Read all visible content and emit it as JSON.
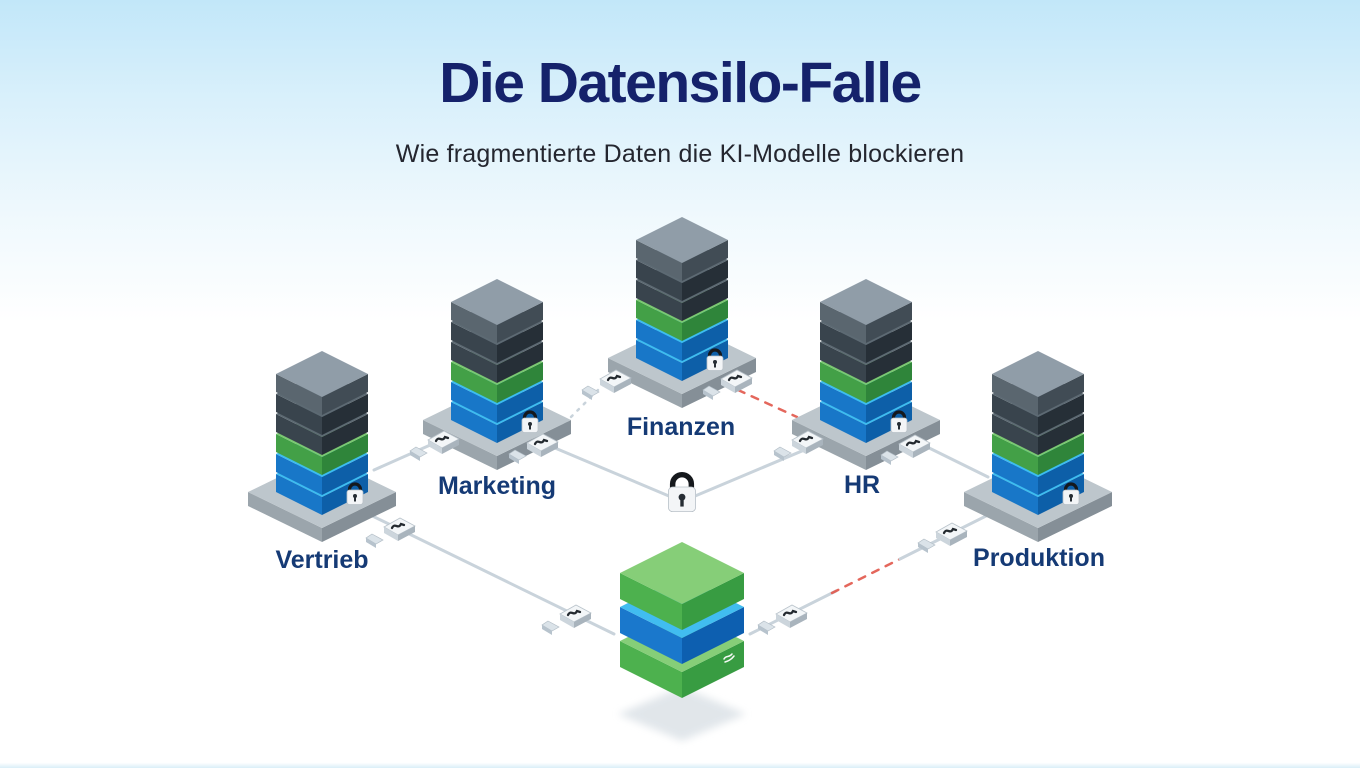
{
  "header": {
    "title": "Die Datensilo-Falle",
    "subtitle": "Wie fragmentierte Daten die KI-Modelle blockieren"
  },
  "silos": [
    {
      "id": "vertrieb",
      "label": "Vertrieb"
    },
    {
      "id": "marketing",
      "label": "Marketing"
    },
    {
      "id": "finanzen",
      "label": "Finanzen"
    },
    {
      "id": "hr",
      "label": "HR"
    },
    {
      "id": "produktion",
      "label": "Produktion"
    }
  ],
  "central_stack": {
    "layers": [
      "green",
      "blue",
      "green"
    ],
    "icon": "stack-logo-icon"
  },
  "icons": {
    "silo_lock": "padlock-icon",
    "central_lock": "padlock-icon",
    "broken_connector": "broken-connector-icon"
  },
  "colors": {
    "background_top": "#c2e7f9",
    "background_bottom": "#ffffff",
    "title": "#15226b",
    "subtitle": "#24262f",
    "silo_label": "#153a75",
    "layer_dark": "#39444d",
    "layer_cap": "#909da8",
    "layer_green": "#43a047",
    "layer_blue": "#1877c8",
    "platform_gray": "#bdc6cc",
    "connection_line": "#c9d3db",
    "broken_link_red": "#e2574b",
    "lock_shackle": "#15181c",
    "lock_body": "#f3f5f7"
  }
}
